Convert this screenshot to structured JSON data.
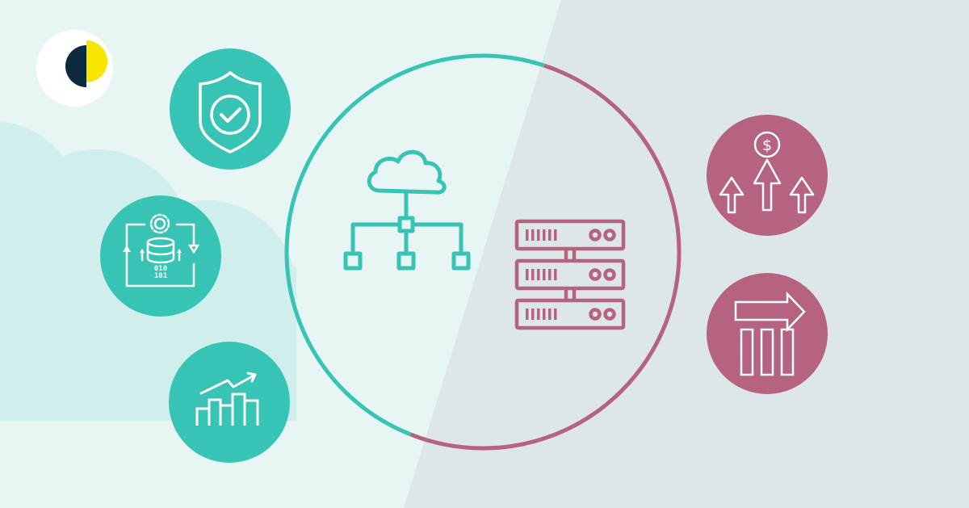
{
  "colors": {
    "bg_left": "#e8f5f5",
    "bg_right": "#dde7e9",
    "cloud": "#cfeeec",
    "teal": "#38c4b5",
    "pink": "#b66381",
    "logo_bg": "#ffffff",
    "logo_dark": "#0c2a3d",
    "logo_yellow": "#f7e400",
    "icon_stroke": "#ffffff"
  },
  "logo": {
    "name": "brand-logo"
  },
  "left_icons": [
    {
      "name": "security-shield-check",
      "icon": "shield-check-icon",
      "color": "teal"
    },
    {
      "name": "data-processing-cycle",
      "icon": "database-gear-cycle-icon",
      "color": "teal",
      "binary_top": "010",
      "binary_bottom": "101"
    },
    {
      "name": "growth-chart",
      "icon": "bar-chart-trend-icon",
      "color": "teal"
    }
  ],
  "center": {
    "left_icon": {
      "name": "cloud-network",
      "icon": "cloud-network-icon",
      "color": "teal"
    },
    "right_icon": {
      "name": "server-rack",
      "icon": "server-rack-icon",
      "color": "pink",
      "units": 3
    }
  },
  "right_icons": [
    {
      "name": "cost-growth",
      "icon": "dollar-up-arrows-icon",
      "color": "pink",
      "symbol": "$"
    },
    {
      "name": "migration",
      "icon": "pillars-arrow-right-icon",
      "color": "pink"
    }
  ]
}
